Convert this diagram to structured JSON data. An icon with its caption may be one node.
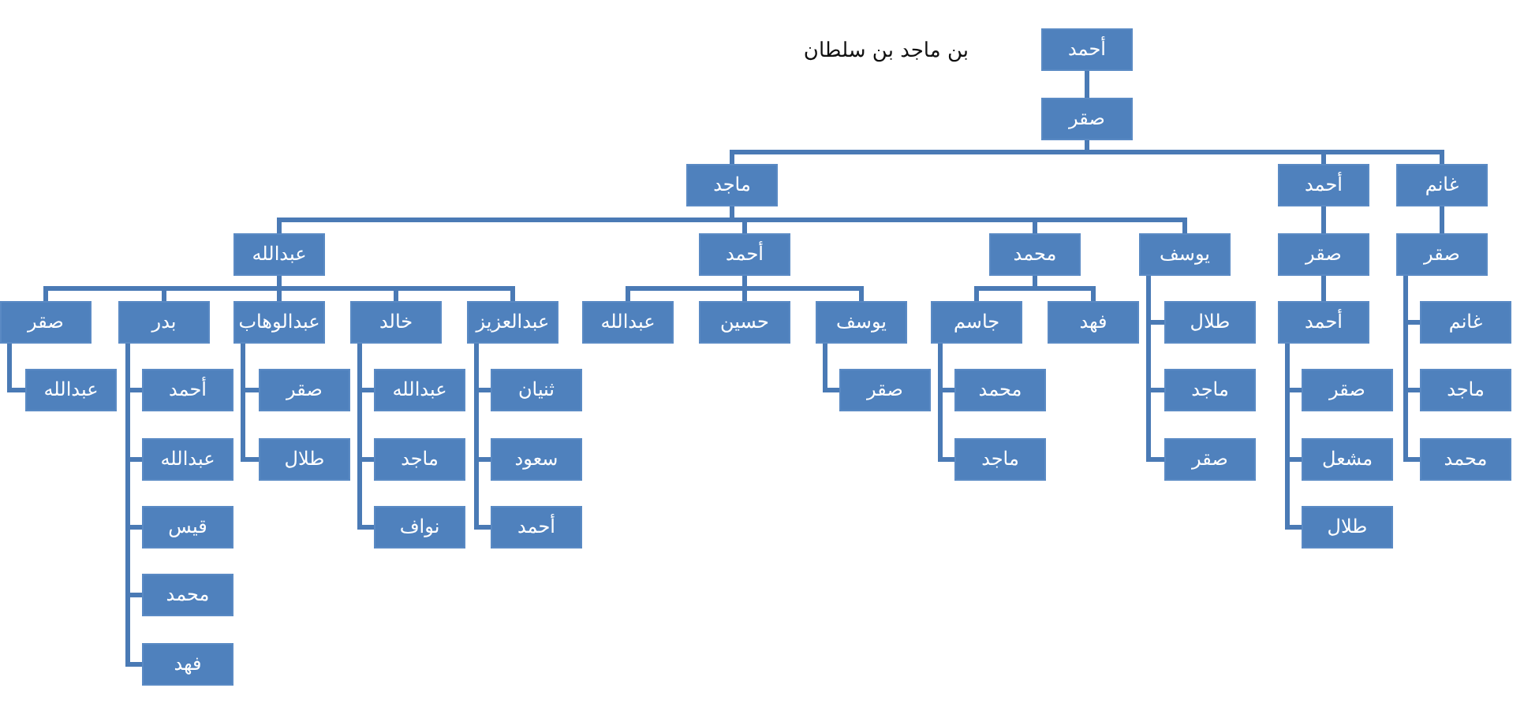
{
  "diagram": {
    "nodes": [
      {
        "text": [
          "أحمد"
        ],
        "beside": [
          "بن ماجد بن سلطان"
        ]
      },
      {
        "text": [
          "صقر"
        ]
      },
      {
        "text": [
          "ماجد"
        ]
      },
      {
        "text": [
          "أحمد"
        ]
      },
      {
        "text": [
          "غانم"
        ]
      },
      {
        "text": [
          "عبدالله"
        ]
      },
      {
        "text": [
          "أحمد"
        ]
      },
      {
        "text": [
          "محمد"
        ]
      },
      {
        "text": [
          "يوسف"
        ]
      },
      {
        "text": [
          "صقر"
        ]
      },
      {
        "text": [
          "صقر"
        ]
      },
      {
        "text": [
          "صقر"
        ]
      },
      {
        "text": [
          "بدر"
        ]
      },
      {
        "text": [
          "عبدالوهاب"
        ]
      },
      {
        "text": [
          "خالد"
        ]
      },
      {
        "text": [
          "عبدالعزيز"
        ]
      },
      {
        "text": [
          "عبدالله"
        ]
      },
      {
        "text": [
          "حسين"
        ]
      },
      {
        "text": [
          "يوسف"
        ]
      },
      {
        "text": [
          "جاسم"
        ]
      },
      {
        "text": [
          "فهد"
        ]
      },
      {
        "text": [
          "طلال"
        ]
      },
      {
        "text": [
          "ماجد"
        ]
      },
      {
        "text": [
          "صقر"
        ]
      },
      {
        "text": [
          "أحمد"
        ]
      },
      {
        "text": [
          "غانم"
        ]
      },
      {
        "text": [
          "ماجد"
        ]
      },
      {
        "text": [
          "محمد"
        ]
      },
      {
        "text": [
          "عبدالله"
        ]
      },
      {
        "text": [
          "أحمد"
        ]
      },
      {
        "text": [
          "عبدالله"
        ]
      },
      {
        "text": [
          "قيس"
        ]
      },
      {
        "text": [
          "محمد"
        ]
      },
      {
        "text": [
          "فهد"
        ]
      },
      {
        "text": [
          "صقر"
        ]
      },
      {
        "text": [
          "طلال"
        ]
      },
      {
        "text": [
          "عبدالله"
        ]
      },
      {
        "text": [
          "ماجد"
        ]
      },
      {
        "text": [
          "نواف"
        ]
      },
      {
        "text": [
          "ثنيان"
        ]
      },
      {
        "text": [
          "سعود"
        ]
      },
      {
        "text": [
          "أحمد"
        ]
      },
      {
        "text": [
          "صقر"
        ]
      },
      {
        "text": [
          "محمد"
        ]
      },
      {
        "text": [
          "ماجد"
        ]
      },
      {
        "text": [
          "صقر"
        ]
      },
      {
        "text": [
          "مشعل"
        ]
      },
      {
        "text": [
          "طلال"
        ]
      }
    ],
    "edges": [
      {
        "from": 0,
        "to": 1,
        "arrow": "none"
      },
      {
        "from": 1,
        "to": 2,
        "arrow": "none"
      },
      {
        "from": 1,
        "to": 3,
        "arrow": "none"
      },
      {
        "from": 1,
        "to": 4,
        "arrow": "none"
      },
      {
        "from": 2,
        "to": 5,
        "arrow": "none"
      },
      {
        "from": 2,
        "to": 6,
        "arrow": "none"
      },
      {
        "from": 2,
        "to": 7,
        "arrow": "none"
      },
      {
        "from": 2,
        "to": 8,
        "arrow": "none"
      },
      {
        "from": 3,
        "to": 9,
        "arrow": "none"
      },
      {
        "from": 4,
        "to": 10,
        "arrow": "none"
      },
      {
        "from": 5,
        "to": 11,
        "arrow": "none"
      },
      {
        "from": 5,
        "to": 12,
        "arrow": "none"
      },
      {
        "from": 5,
        "to": 13,
        "arrow": "none"
      },
      {
        "from": 5,
        "to": 14,
        "arrow": "none"
      },
      {
        "from": 5,
        "to": 15,
        "arrow": "none"
      },
      {
        "from": 6,
        "to": 16,
        "arrow": "none"
      },
      {
        "from": 6,
        "to": 17,
        "arrow": "none"
      },
      {
        "from": 6,
        "to": 18,
        "arrow": "none"
      },
      {
        "from": 7,
        "to": 19,
        "arrow": "none"
      },
      {
        "from": 7,
        "to": 20,
        "arrow": "none"
      },
      {
        "from": 8,
        "to": 21,
        "arrow": "none"
      },
      {
        "from": 8,
        "to": 22,
        "arrow": "none"
      },
      {
        "from": 8,
        "to": 23,
        "arrow": "none"
      },
      {
        "from": 9,
        "to": 24,
        "arrow": "none"
      },
      {
        "from": 10,
        "to": 25,
        "arrow": "none"
      },
      {
        "from": 10,
        "to": 26,
        "arrow": "none"
      },
      {
        "from": 10,
        "to": 27,
        "arrow": "none"
      },
      {
        "from": 11,
        "to": 28,
        "arrow": "none"
      },
      {
        "from": 12,
        "to": 29,
        "arrow": "none"
      },
      {
        "from": 12,
        "to": 30,
        "arrow": "none"
      },
      {
        "from": 12,
        "to": 31,
        "arrow": "none"
      },
      {
        "from": 12,
        "to": 32,
        "arrow": "none"
      },
      {
        "from": 12,
        "to": 33,
        "arrow": "none"
      },
      {
        "from": 13,
        "to": 34,
        "arrow": "none"
      },
      {
        "from": 13,
        "to": 35,
        "arrow": "none"
      },
      {
        "from": 14,
        "to": 36,
        "arrow": "none"
      },
      {
        "from": 14,
        "to": 37,
        "arrow": "none"
      },
      {
        "from": 14,
        "to": 38,
        "arrow": "none"
      },
      {
        "from": 15,
        "to": 39,
        "arrow": "none"
      },
      {
        "from": 15,
        "to": 40,
        "arrow": "none"
      },
      {
        "from": 15,
        "to": 41,
        "arrow": "none"
      },
      {
        "from": 18,
        "to": 42,
        "arrow": "none"
      },
      {
        "from": 19,
        "to": 43,
        "arrow": "none"
      },
      {
        "from": 19,
        "to": 44,
        "arrow": "none"
      },
      {
        "from": 24,
        "to": 45,
        "arrow": "none"
      },
      {
        "from": 24,
        "to": 46,
        "arrow": "none"
      },
      {
        "from": 24,
        "to": 47,
        "arrow": "none"
      }
    ]
  }
}
